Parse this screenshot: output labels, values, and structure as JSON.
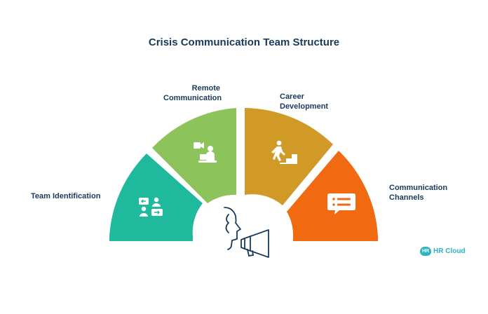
{
  "title": "Crisis Communication Team Structure",
  "segments": [
    {
      "lines": [
        "Team Identification"
      ],
      "color": "#1fb99e",
      "icon": "team-chat-icon"
    },
    {
      "lines": [
        "Remote",
        "Communication"
      ],
      "color": "#8cc35a",
      "icon": "remote-work-icon"
    },
    {
      "lines": [
        "Career",
        "Development"
      ],
      "color": "#d19a26",
      "icon": "career-stairs-icon"
    },
    {
      "lines": [
        "Communication",
        "Channels"
      ],
      "color": "#f16a12",
      "icon": "message-list-icon"
    }
  ],
  "center_icon": "speaker-megaphone-icon",
  "brand": {
    "logo_text": "HR",
    "name": "HR Cloud",
    "color": "#2db3c4"
  }
}
